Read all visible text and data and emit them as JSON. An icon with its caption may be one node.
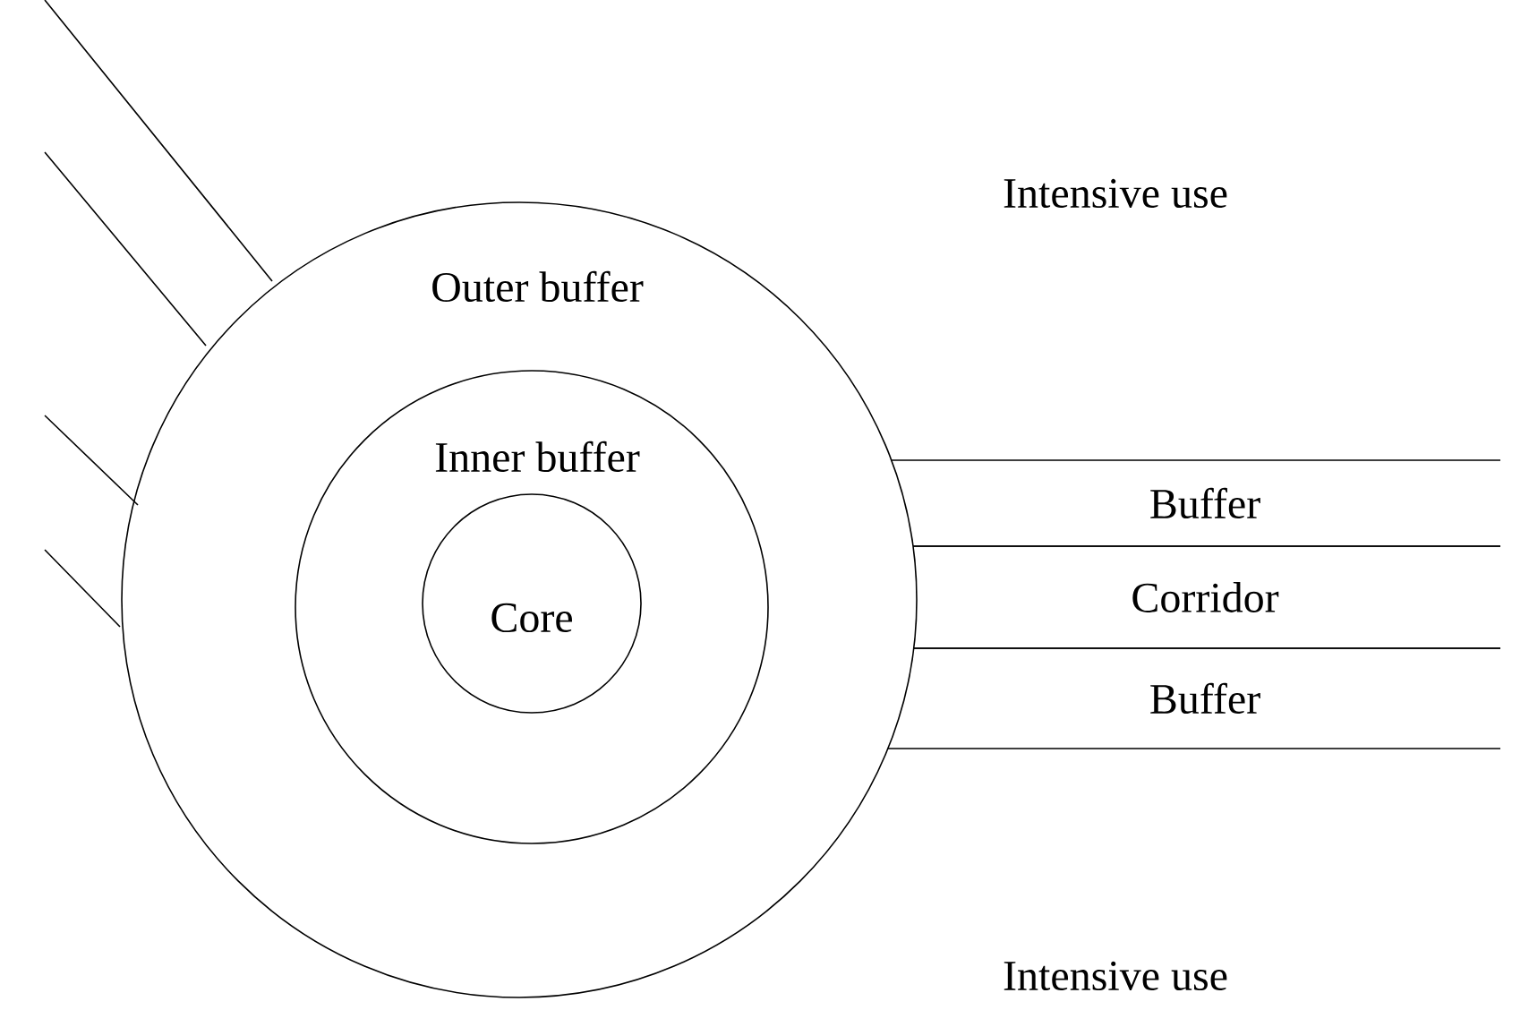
{
  "diagram": {
    "nodes": [
      {
        "text": [
          "Outer buffer"
        ]
      },
      {
        "text": [
          "Inner buffer"
        ],
        "in": 0
      },
      {
        "text": [
          "Core"
        ],
        "in": 1
      },
      {
        "text": [
          "Buffer"
        ]
      },
      {
        "text": [
          "Corridor"
        ]
      },
      {
        "text": [
          "Buffer"
        ]
      }
    ],
    "labels": [
      "Intensive use",
      "Intensive use"
    ]
  }
}
